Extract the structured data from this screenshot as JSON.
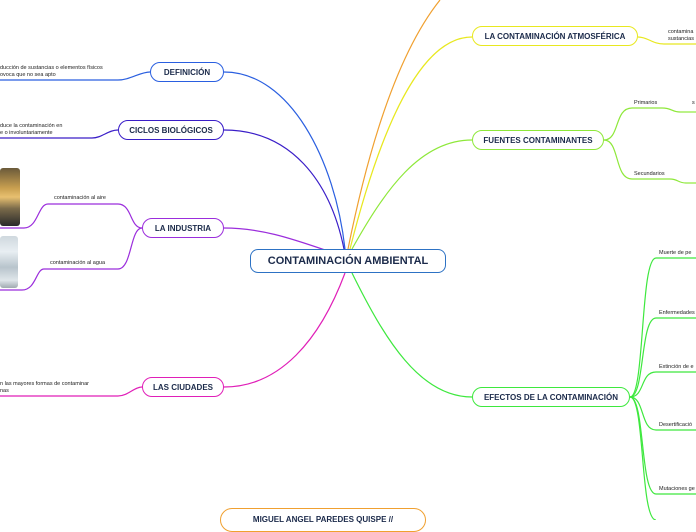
{
  "central": "CONTAMINACIÓN AMBIENTAL",
  "branches": {
    "definicion": {
      "title": "DEFINICIÓN",
      "text_line1": "ducción de sustancias o elementos físicos",
      "text_line2": "ovoca que no sea apto",
      "color": "#2a5fe0"
    },
    "ciclos": {
      "title": "CICLOS BIOLÓGICOS",
      "text_line1": "duce la contaminación en",
      "text_line2": "e o involuntariamente",
      "color": "#3a1ec8"
    },
    "industria": {
      "title": "LA INDUSTRIA",
      "sub1": "contaminación al aire",
      "sub2": "contaminación al agua",
      "color": "#9b2ddc"
    },
    "ciudades": {
      "title": "LAS CIUDADES",
      "text_line1": "n las mayores formas de contaminar",
      "text_line2": "nas",
      "color": "#e01fb8"
    },
    "atmosferica": {
      "title": "LA CONTAMINACIÓN ATMOSFÉRICA",
      "text_line1": "contamina",
      "text_line2": "sustancias",
      "color": "#e8e820"
    },
    "fuentes": {
      "title": "FUENTES CONTAMINANTES",
      "sub1": "Primarios",
      "sub1_extra": "s",
      "sub2": "Secundarios",
      "color": "#8ee83a"
    },
    "efectos": {
      "title": "EFECTOS DE LA CONTAMINACIÓN",
      "items": [
        "Muerte de pe",
        "Enfermedades",
        "Extinción de e",
        "Desertificació",
        "Mutaciones ge"
      ],
      "color": "#3ee83e"
    },
    "autor": {
      "title": "MIGUEL ANGEL PAREDES QUISPE //",
      "color": "#f0a030"
    }
  },
  "colors": {
    "orange_top": "#f0a030",
    "center_border": "#2d72c4"
  }
}
